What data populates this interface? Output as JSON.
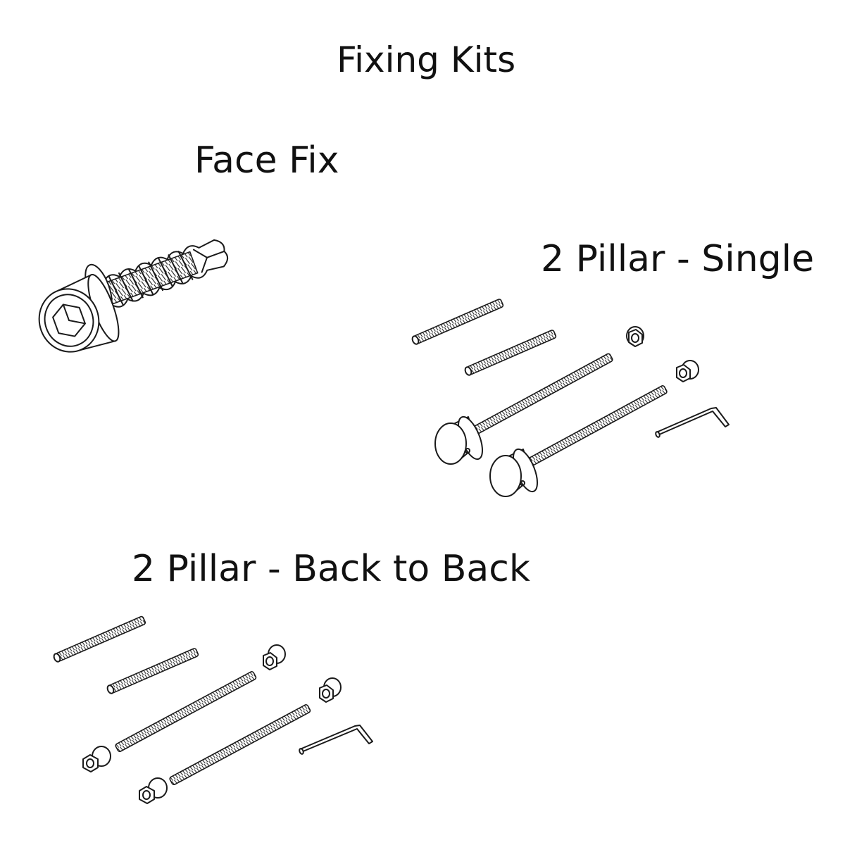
{
  "page": {
    "title": "Fixing Kits"
  },
  "kits": [
    {
      "id": "face-fix",
      "label": "Face Fix",
      "parts": [
        "socket-cap-screw",
        "wall-plug"
      ]
    },
    {
      "id": "two-pillar-single",
      "label": "2 Pillar - Single",
      "parts": [
        "threaded-rod-short",
        "threaded-rod-short",
        "threaded-rod-long",
        "threaded-rod-long",
        "hex-nut",
        "hex-nut",
        "dome-cap",
        "dome-cap",
        "allen-key"
      ]
    },
    {
      "id": "two-pillar-back-to-back",
      "label": "2 Pillar - Back to Back",
      "parts": [
        "threaded-rod-short",
        "threaded-rod-short",
        "threaded-rod-long",
        "threaded-rod-long",
        "hex-nut",
        "hex-nut",
        "hex-nut",
        "hex-nut",
        "allen-key"
      ]
    }
  ],
  "colors": {
    "line": "#1a1a1a",
    "background": "#ffffff"
  }
}
